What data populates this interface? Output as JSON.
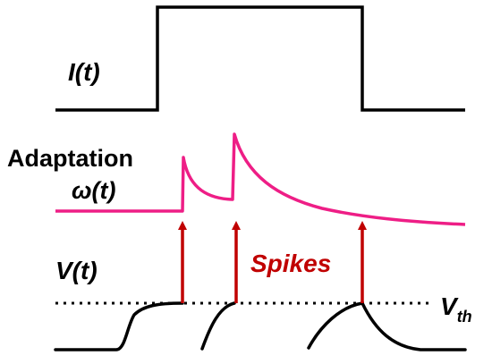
{
  "labels": {
    "current": "I(t)",
    "adaptation_title": "Adaptation",
    "adaptation_symbol": "ω(t)",
    "voltage": "V(t)",
    "spikes": "Spikes",
    "threshold_base": "V",
    "threshold_sub": "th"
  },
  "colors": {
    "trace": "#000000",
    "adaptation": "#ee1e86",
    "spike_arrow": "#c00000",
    "spikes_text": "#c00000"
  }
}
